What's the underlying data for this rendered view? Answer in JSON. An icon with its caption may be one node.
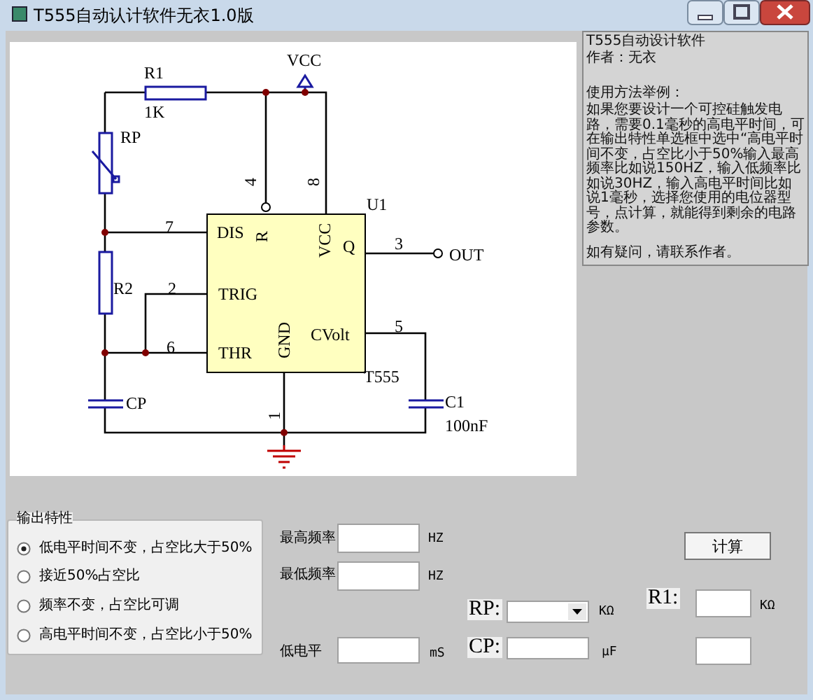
{
  "diagram": {
    "title": "T555自动认计软件无衣1.0版",
    "labels": [
      "R1",
      "1K",
      "VCC",
      "RP",
      "4",
      "8",
      "U1",
      "7",
      "DIS",
      "R",
      "VCC",
      "Q",
      "3",
      "OUT",
      "R2",
      "2",
      "TRIG",
      "6",
      "THR",
      "GND",
      "CVolt",
      "5",
      "T555",
      "CP",
      "C1",
      "100nF",
      "1",
      "T555自动设计软件",
      "作者：无衣",
      "使用方法举例：",
      "如果您要设计一个可控硅触发电路，需要0.1毫秒的高电平时间，可在输出特性单选框中选中“高电平时间不变，占空比小于50%输入最高频率比如说150HZ，输入低频率比如说30HZ，输入高电平时间比如说1毫秒，选择您使用的电位器型号，点计算，就能得到剩余的电路参数。",
      "如有疑问，请联系作者。",
      "输出特性",
      "低电平时间不变，占空比大于50%",
      "接近50%占空比",
      "频率不变，占空比可调",
      "高电平时间不变，占空比小于50%",
      "最高频率",
      "HZ",
      "最低频率",
      "HZ",
      "计算",
      "RP:",
      "KΩ",
      "R1:",
      "KΩ",
      "低电平",
      "mS",
      "CP:",
      "μF"
    ]
  }
}
